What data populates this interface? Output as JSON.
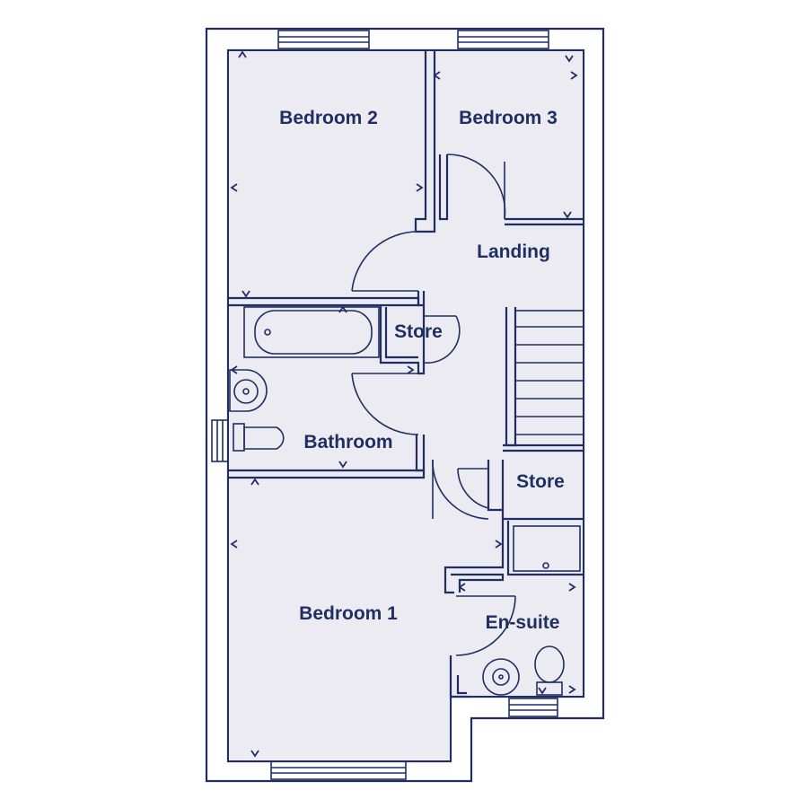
{
  "rooms": {
    "bedroom_2": "Bedroom 2",
    "bedroom_3": "Bedroom 3",
    "landing": "Landing",
    "store_upper": "Store",
    "bathroom": "Bathroom",
    "store_lower": "Store",
    "bedroom_1": "Bedroom 1",
    "en_suite": "En-suite"
  },
  "colors": {
    "line": "#1f2f63",
    "floor": "#ecebf2",
    "background": "#ffffff"
  }
}
